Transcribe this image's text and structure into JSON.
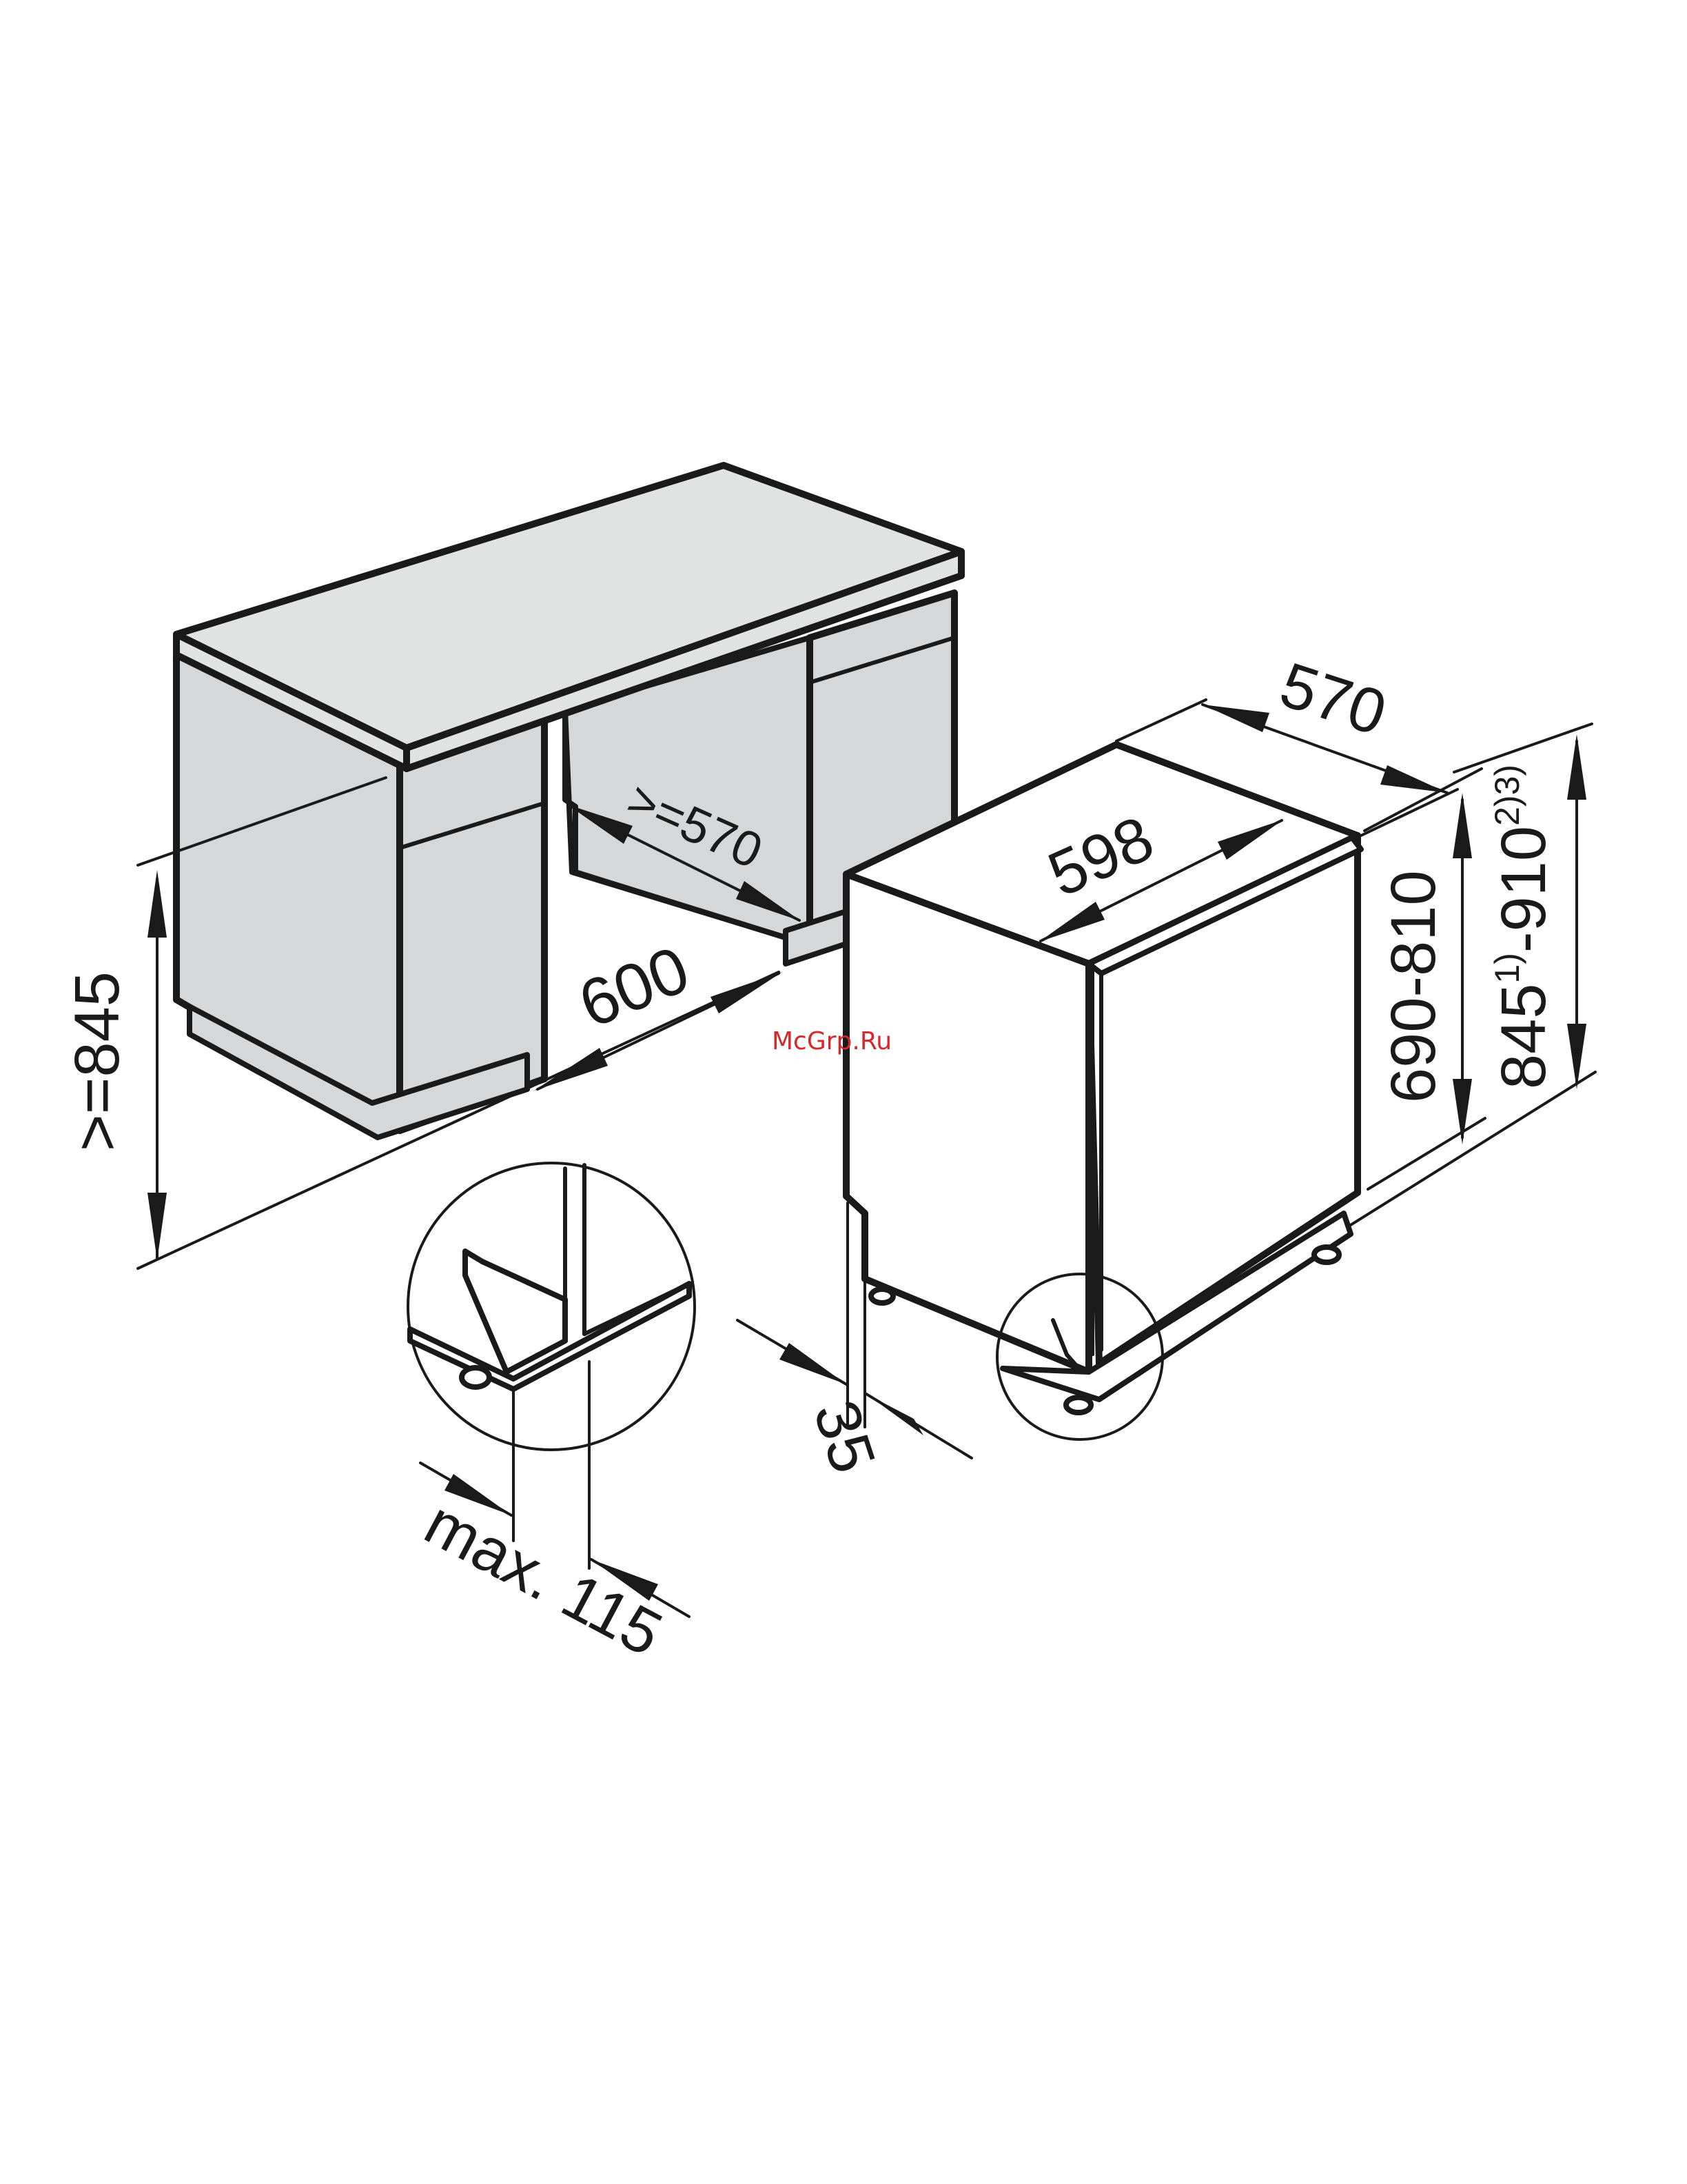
{
  "colors": {
    "line": "#1a1a1a",
    "cabinet_fill": "#d5d7d8",
    "worktop_fill": "#e1e3e3",
    "watermark": "#d9262b"
  },
  "labels": {
    "niche_height": ">=845",
    "niche_width": "600",
    "niche_depth": ">=570",
    "appliance_width": "598",
    "appliance_depth": "570",
    "appliance_height": "690-810",
    "total_height_base": "845",
    "total_height_sup1": "1)",
    "total_height_sep": "-910",
    "total_height_sup2": "2)3)",
    "door_offset": "35",
    "detail_max": "max. 115"
  },
  "watermark": "McGrp.Ru"
}
